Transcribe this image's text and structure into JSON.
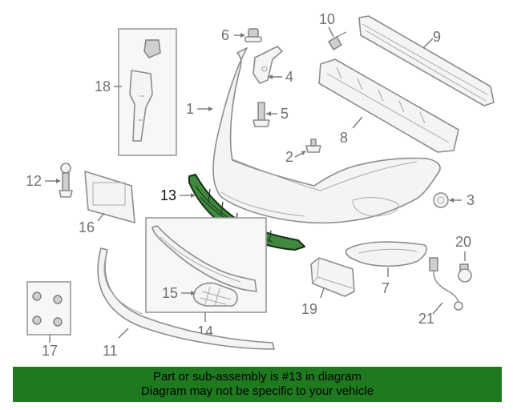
{
  "diagram": {
    "callouts": {
      "c1": "1",
      "c2": "2",
      "c3": "3",
      "c4": "4",
      "c5": "5",
      "c6": "6",
      "c7": "7",
      "c8": "8",
      "c9": "9",
      "c10": "10",
      "c11": "11",
      "c12": "12",
      "c13": "13",
      "c14": "14",
      "c15": "15",
      "c16": "16",
      "c17": "17",
      "c18": "18",
      "c19": "19",
      "c20": "20",
      "c21": "21"
    },
    "highlighted_part": "13",
    "colors": {
      "highlight_fill": "#3f8a3f",
      "banner_background": "#1f7a1f",
      "line_gray": "#8c8c8c"
    }
  },
  "banner": {
    "line1": "Part or sub-assembly is #13 in diagram",
    "line2": "Diagram may not be specific to your vehicle"
  }
}
